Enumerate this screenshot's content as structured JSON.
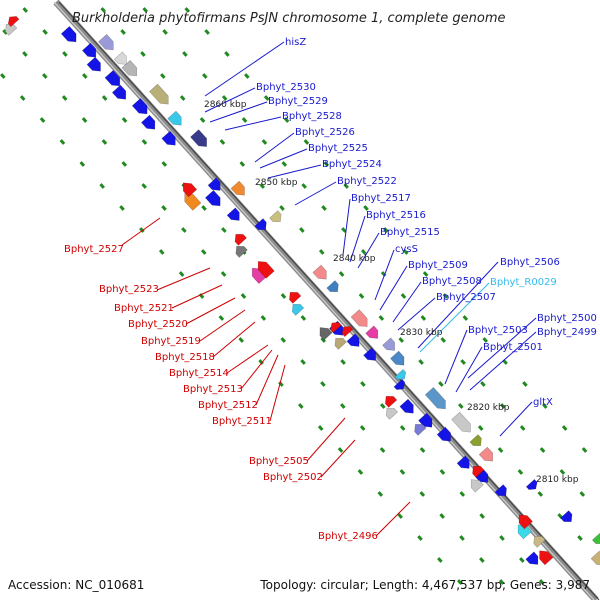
{
  "title": "Burkholderia phytofirmans PsJN chromosome 1, complete genome",
  "kbp_labels": [
    {
      "text": "2860 kbp"
    },
    {
      "text": "2850 kbp"
    },
    {
      "text": "2840 kbp"
    },
    {
      "text": "2830 kbp"
    },
    {
      "text": "2820 kbp"
    },
    {
      "text": "2810 kbp"
    }
  ],
  "gene_labels_forward": [
    {
      "text": "hisZ"
    },
    {
      "text": "Bphyt_2530"
    },
    {
      "text": "Bphyt_2529"
    },
    {
      "text": "Bphyt_2528"
    },
    {
      "text": "Bphyt_2526"
    },
    {
      "text": "Bphyt_2525"
    },
    {
      "text": "Bphyt_2524"
    },
    {
      "text": "Bphyt_2522"
    },
    {
      "text": "Bphyt_2517"
    },
    {
      "text": "Bphyt_2516"
    },
    {
      "text": "Bphyt_2515"
    },
    {
      "text": "cysS"
    },
    {
      "text": "Bphyt_2509"
    },
    {
      "text": "Bphyt_2506"
    },
    {
      "text": "Bphyt_2508"
    },
    {
      "text": "Bphyt_R0029"
    },
    {
      "text": "Bphyt_2507"
    },
    {
      "text": "Bphyt_2500"
    },
    {
      "text": "Bphyt_2503"
    },
    {
      "text": "Bphyt_2499"
    },
    {
      "text": "Bphyt_2501"
    },
    {
      "text": "gltX"
    }
  ],
  "gene_labels_reverse": [
    {
      "text": "Bphyt_2527"
    },
    {
      "text": "Bphyt_2523"
    },
    {
      "text": "Bphyt_2521"
    },
    {
      "text": "Bphyt_2520"
    },
    {
      "text": "Bphyt_2519"
    },
    {
      "text": "Bphyt_2518"
    },
    {
      "text": "Bphyt_2514"
    },
    {
      "text": "Bphyt_2513"
    },
    {
      "text": "Bphyt_2512"
    },
    {
      "text": "Bphyt_2511"
    },
    {
      "text": "Bphyt_2505"
    },
    {
      "text": "Bphyt_2502"
    },
    {
      "text": "Bphyt_2496"
    }
  ],
  "colors": {
    "backbone": "#8c8c8c",
    "forward_gene": "#1414e6",
    "reverse_gene": "#ee1111",
    "forward_label": "#1a1acc",
    "reverse_label": "#cc0000",
    "rna_label": "#33bbee",
    "tick": "#1f8a1f"
  },
  "footer": {
    "accession": "Accession: NC_010681",
    "summary": "Topology: circular; Length: 4,467,537 bp; Genes: 3,987"
  }
}
